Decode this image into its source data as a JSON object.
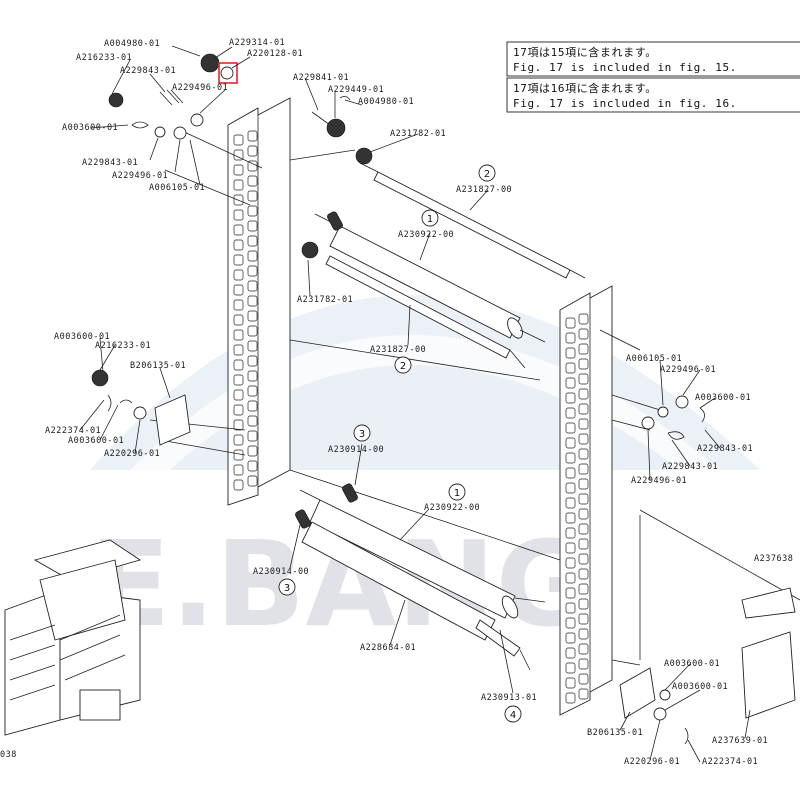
{
  "notes": [
    {
      "jp": "17項は15項に含まれます。",
      "en": "Fig. 17 is included in fig. 15."
    },
    {
      "jp": "17項は16項に含まれます。",
      "en": "Fig. 17 is included in fig. 16."
    }
  ],
  "watermark": "E.BANG",
  "corner_label": "038",
  "callouts": [
    "1",
    "1",
    "2",
    "2",
    "3",
    "3",
    "4"
  ],
  "labels": {
    "A004980_01_a": "A004980-01",
    "A229314_01": "A229314-01",
    "A220128_01": "A220128-01",
    "A216233_01_a": "A216233-01",
    "A229843_01_a": "A229843-01",
    "A229496_01_a": "A229496-01",
    "A003600_01_a": "A003600-01",
    "A229843_01_b": "A229843-01",
    "A229496_01_b": "A229496-01",
    "A006105_01_a": "A006105-01",
    "A229841_01": "A229841-01",
    "A229449_01": "A229449-01",
    "A004980_01_b": "A004980-01",
    "A231782_01_a": "A231782-01",
    "A231827_00_a": "A231827-00",
    "A230922_00_a": "A230922-00",
    "A231782_01_b": "A231782-01",
    "A231827_00_b": "A231827-00",
    "A003600_01_b": "A003600-01",
    "A216233_01_b": "A216233-01",
    "B206135_01_a": "B206135-01",
    "A222374_01_a": "A222374-01",
    "A003600_01_c": "A003600-01",
    "A220296_01_a": "A220296-01",
    "A006105_01_b": "A006105-01",
    "A229496_01_c": "A229496-01",
    "A003600_01_d": "A003600-01",
    "A229843_01_c": "A229843-01",
    "A229843_01_d": "A229843-01",
    "A229496_01_d": "A229496-01",
    "A230914_00_a": "A230914-00",
    "A230922_00_b": "A230922-00",
    "A230914_00_b": "A230914-00",
    "A228684_01": "A228684-01",
    "A230913_01": "A230913-01",
    "A237638": "A237638",
    "A003600_01_e": "A003600-01",
    "A003600_01_f": "A003600-01",
    "B206135_01_b": "B206135-01",
    "A237639_01": "A237639-01",
    "A220296_01_b": "A220296-01",
    "A222374_01_b": "A222374-01"
  }
}
